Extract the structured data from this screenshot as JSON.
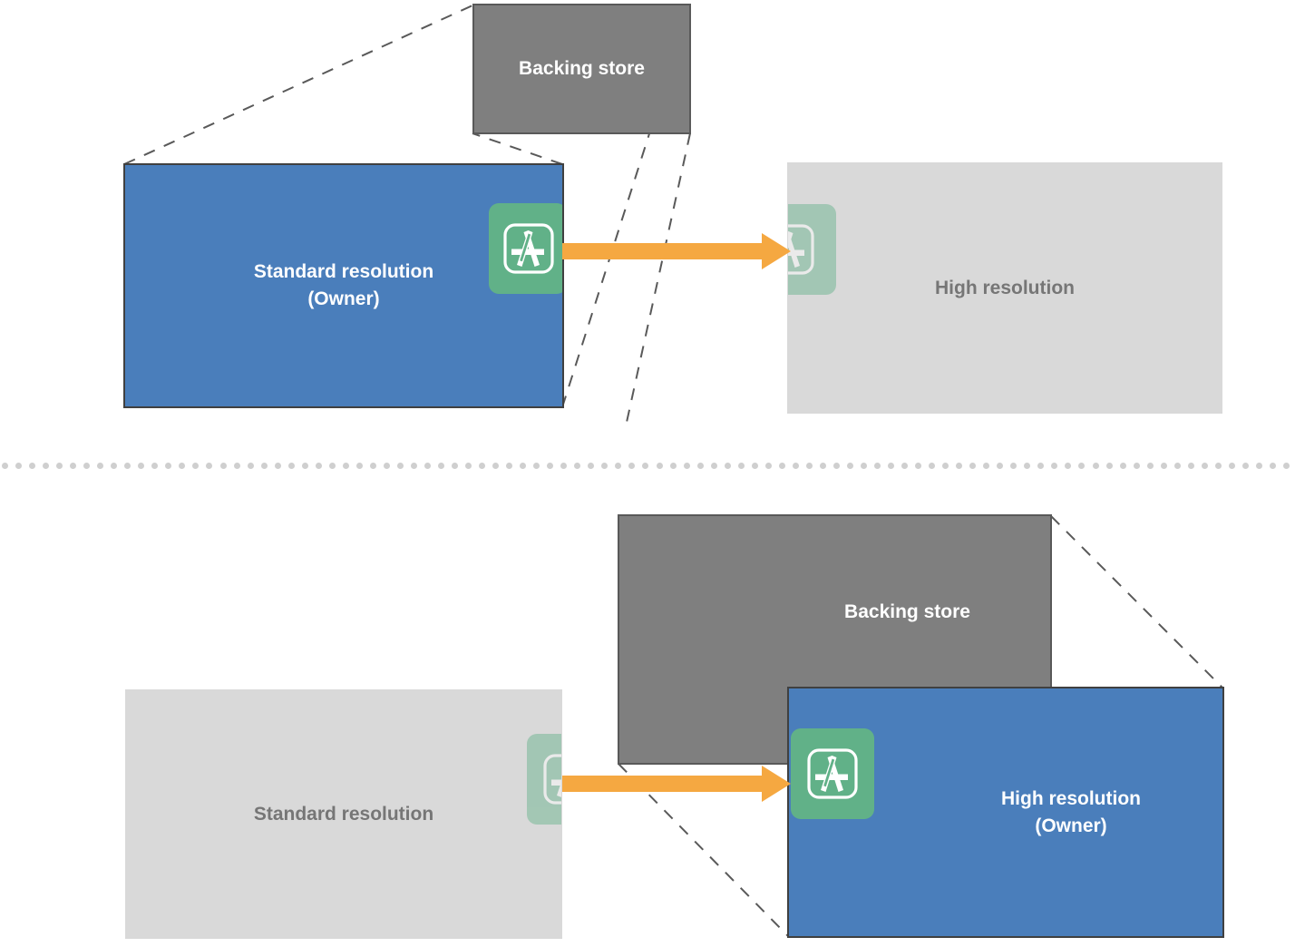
{
  "diagram": {
    "title_text_absent": true,
    "colors": {
      "blue": "#4a7ebb",
      "blue_border": "#404040",
      "gray_dark": "#7f7f7f",
      "gray_dark_border": "#595959",
      "gray_light": "#d9d9d9",
      "green_badge": "#61b188",
      "orange_arrow": "#f5a841",
      "divider_dot": "#cfcfcf",
      "label_light_text": "#ffffff",
      "label_muted_text": "#767676"
    },
    "scenarios": [
      {
        "id": "standard-owner",
        "backing_store_label": "Backing store",
        "left_box_label": "Standard resolution\n(Owner)",
        "right_box_label": "High resolution",
        "arrow_direction": "left-to-right",
        "owner": "Standard resolution",
        "icons": [
          {
            "name": "app-store-icon",
            "state": "active"
          },
          {
            "name": "app-store-icon",
            "state": "faded"
          }
        ]
      },
      {
        "id": "high-owner",
        "backing_store_label": "Backing store",
        "left_box_label": "Standard resolution",
        "right_box_label": "High resolution\n(Owner)",
        "arrow_direction": "left-to-right",
        "owner": "High resolution",
        "icons": [
          {
            "name": "app-store-icon",
            "state": "faded"
          },
          {
            "name": "app-store-icon",
            "state": "active"
          }
        ]
      }
    ],
    "divider": {
      "style": "dotted",
      "dot_count": 95
    }
  }
}
